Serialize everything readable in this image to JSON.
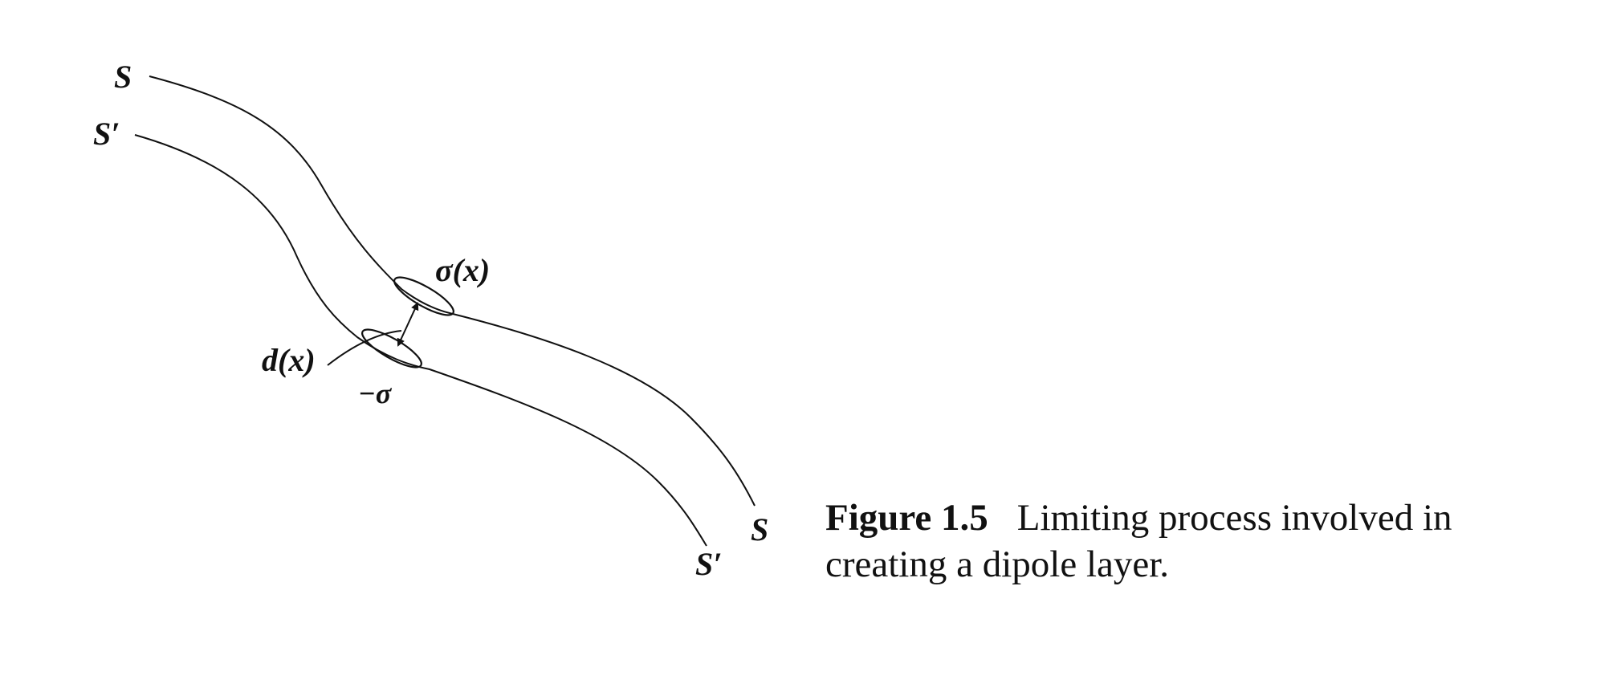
{
  "diagram": {
    "labels": {
      "surface_s_top": "S",
      "surface_s_prime_top": "S′",
      "surface_s_bottom": "S",
      "surface_s_prime_bottom": "S′",
      "sigma": "σ(x)",
      "minus_sigma": "−σ",
      "separation": "d(x)"
    }
  },
  "caption": {
    "number": "Figure 1.5",
    "text": "Limiting process involved in creating a dipole layer."
  }
}
